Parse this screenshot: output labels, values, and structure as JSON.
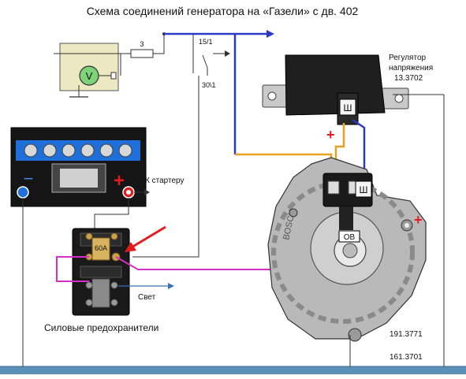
{
  "title": "Схема соединений генератора на «Газели» с дв. 402",
  "labels": {
    "fuse_small": "3",
    "switch_top": "15/1",
    "switch_bottom": "30\\1",
    "voltmeter": "V",
    "regulator_line1": "Регулятор",
    "regulator_line2": "напряжения",
    "regulator_model": "13.3702",
    "regulator_terminal": "Ш",
    "starter": "К стартеру",
    "fuse_60": "60А",
    "light": "Свет",
    "power_fuses": "Силовые предохранители",
    "ov": "ОВ",
    "bosch": "BOSCH",
    "gen_terminal": "Ш",
    "model_1": "191.3771",
    "model_2": "161.3701",
    "plus": "+",
    "minus": "−"
  },
  "colors": {
    "blue_wire": "#2d3ac4",
    "orange_wire": "#e8a020",
    "magenta_wire": "#d62fc8",
    "red": "#e21c1c",
    "ground_rail": "#5a8fb8",
    "battery_blue": "#1e6fd9"
  }
}
